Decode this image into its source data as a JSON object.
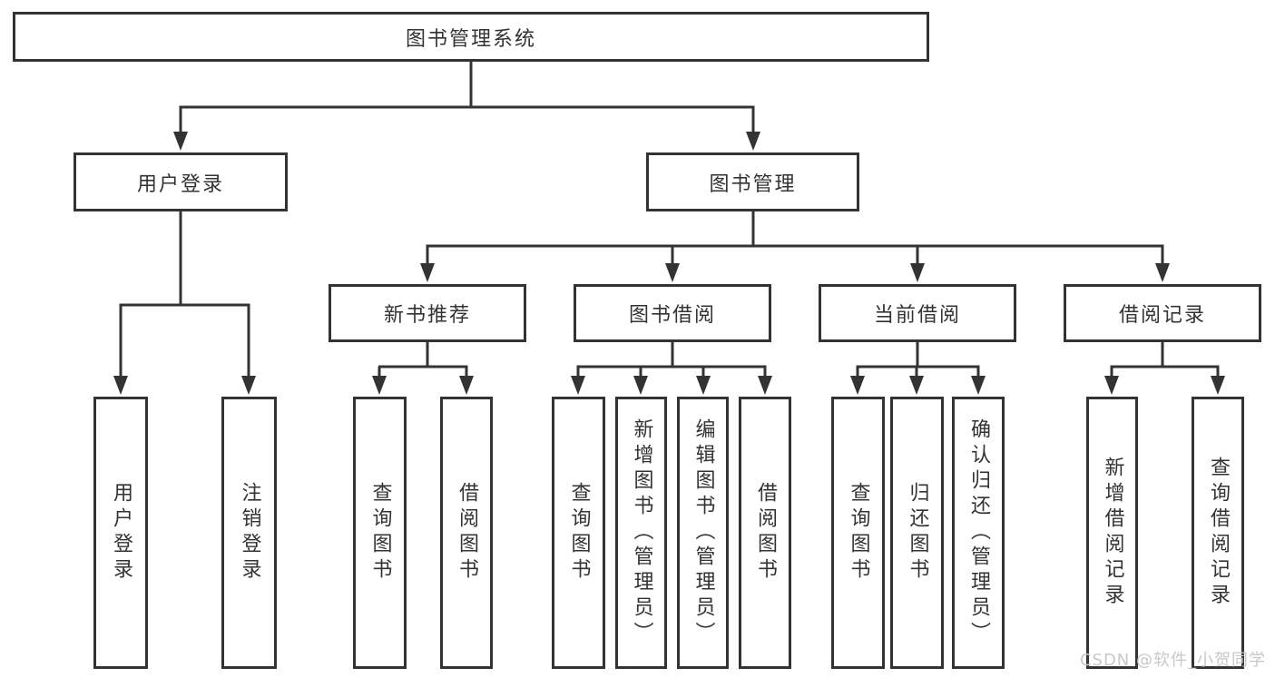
{
  "tree": {
    "label": "图书管理系统",
    "children": [
      {
        "label": "用户登录",
        "children": [
          {
            "label": "用户登录"
          },
          {
            "label": "注销登录"
          }
        ]
      },
      {
        "label": "图书管理",
        "children": [
          {
            "label": "新书推荐",
            "children": [
              {
                "label": "查询图书"
              },
              {
                "label": "借阅图书"
              }
            ]
          },
          {
            "label": "图书借阅",
            "children": [
              {
                "label": "查询图书"
              },
              {
                "label": "新增图书（管理员）"
              },
              {
                "label": "编辑图书（管理员）"
              },
              {
                "label": "借阅图书"
              }
            ]
          },
          {
            "label": "当前借阅",
            "children": [
              {
                "label": "查询图书"
              },
              {
                "label": "归还图书"
              },
              {
                "label": "确认归还（管理员）"
              }
            ]
          },
          {
            "label": "借阅记录",
            "children": [
              {
                "label": "新增借阅记录"
              },
              {
                "label": "查询借阅记录"
              }
            ]
          }
        ]
      }
    ]
  },
  "watermark": "CSDN @软件_小贺同学",
  "colors": {
    "line": "#333333",
    "box_border": "#333333",
    "text": "#333333",
    "background": "#ffffff",
    "watermark": "#c8c8c8"
  }
}
